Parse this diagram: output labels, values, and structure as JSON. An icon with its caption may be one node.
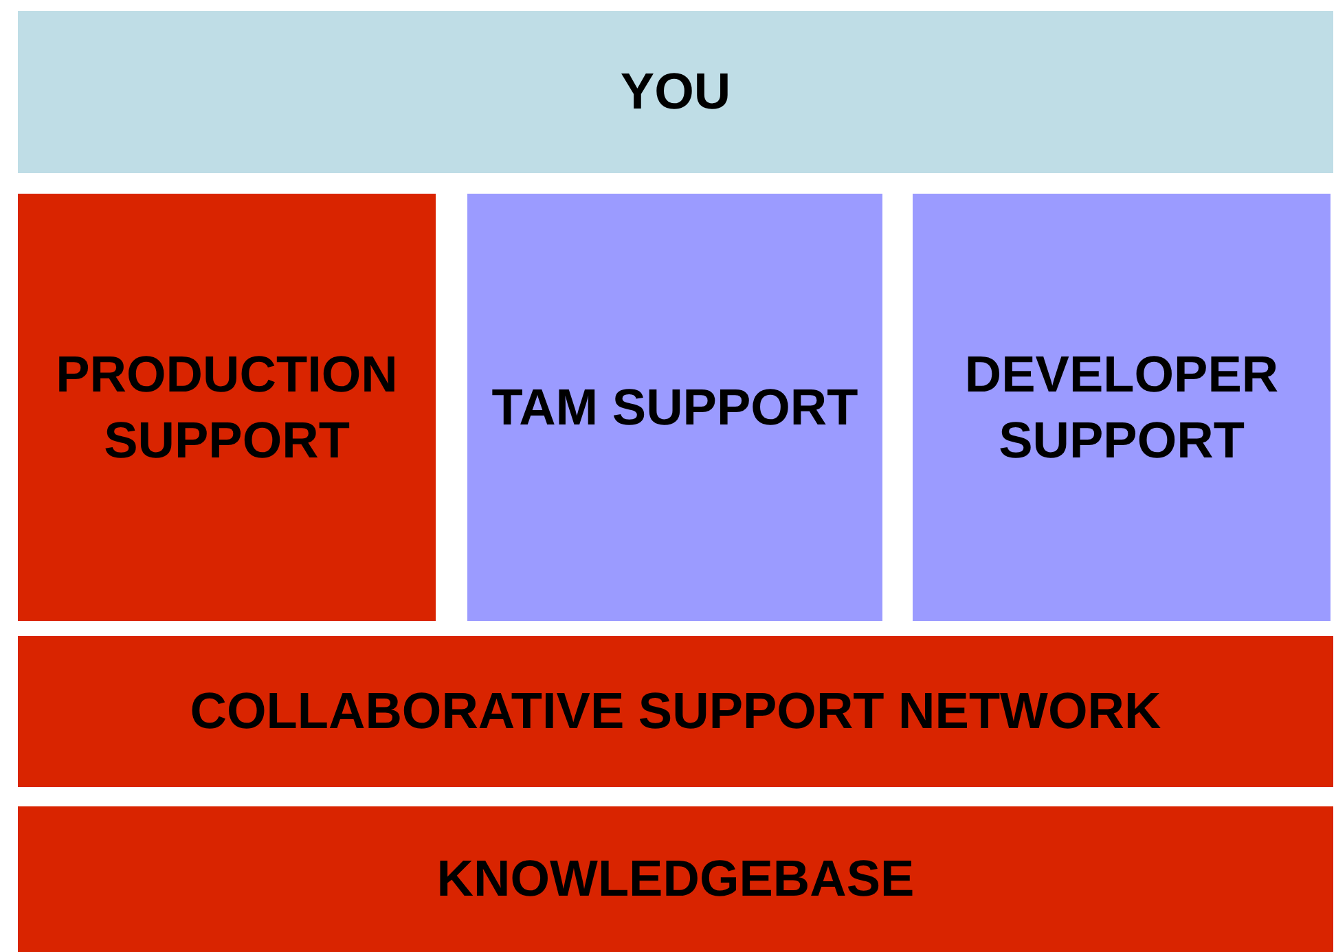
{
  "diagram": {
    "nodes": [
      {
        "text": [
          "YOU"
        ]
      },
      {
        "text": [
          "PRODUCTION SUPPORT"
        ]
      },
      {
        "text": [
          "TAM SUPPORT"
        ]
      },
      {
        "text": [
          "DEVELOPER SUPPORT"
        ]
      },
      {
        "text": [
          "COLLABORATIVE SUPPORT NETWORK"
        ]
      },
      {
        "text": [
          "KNOWLEDGEBASE"
        ]
      }
    ]
  }
}
